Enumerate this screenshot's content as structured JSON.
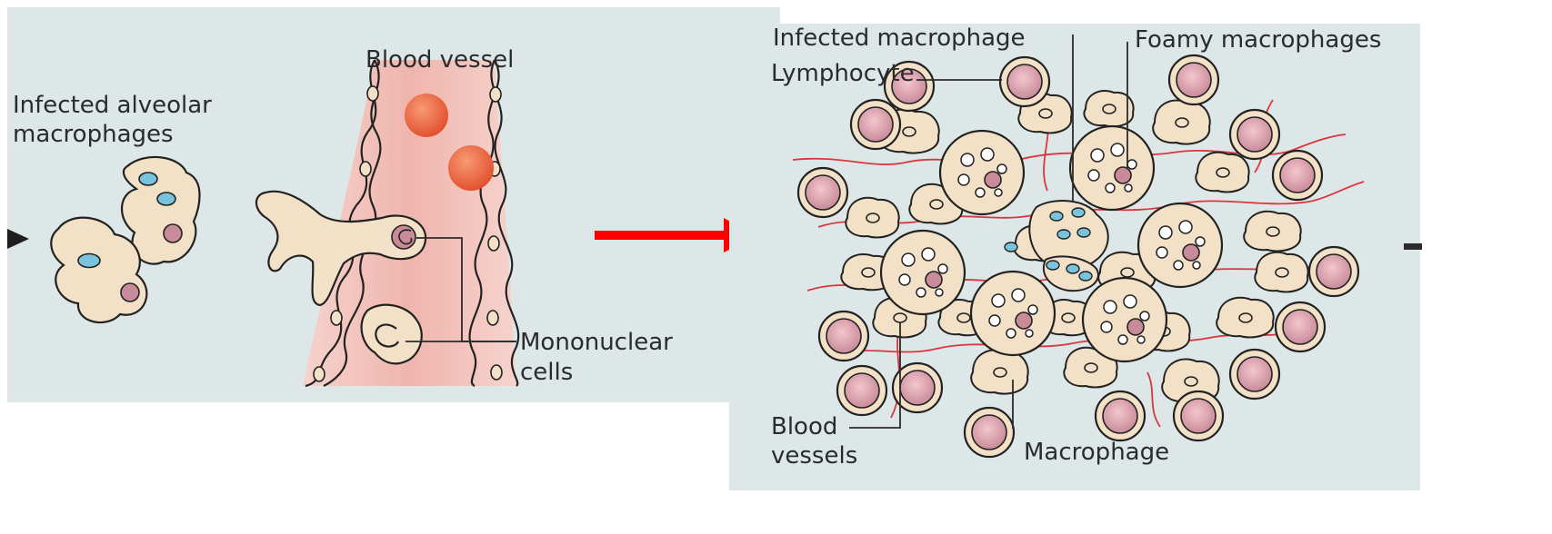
{
  "colors": {
    "panel_bg": "#dde7e7",
    "cell_fill": "#f2e1c6",
    "cell_stroke": "#222222",
    "nucleus_pink": "#c98a9a",
    "nucleus_blue": "#79c3dd",
    "rbc": "#e8603c",
    "vessel": "#efb8b0",
    "capillary": "#d9363e",
    "arrow": "#ff0000"
  },
  "left_panel": {
    "labels": {
      "infected_line1": "Infected alveolar",
      "infected_line2": "macrophages",
      "blood_vessel": "Blood vessel",
      "mononuclear_line1": "Mononuclear",
      "mononuclear_line2": "cells"
    }
  },
  "right_panel": {
    "labels": {
      "infected_macrophage": "Infected macrophage",
      "foamy_macrophages": "Foamy macrophages",
      "lymphocyte": "Lymphocyte",
      "blood_line1": "Blood",
      "blood_line2": "vessels",
      "macrophage": "Macrophage"
    }
  }
}
